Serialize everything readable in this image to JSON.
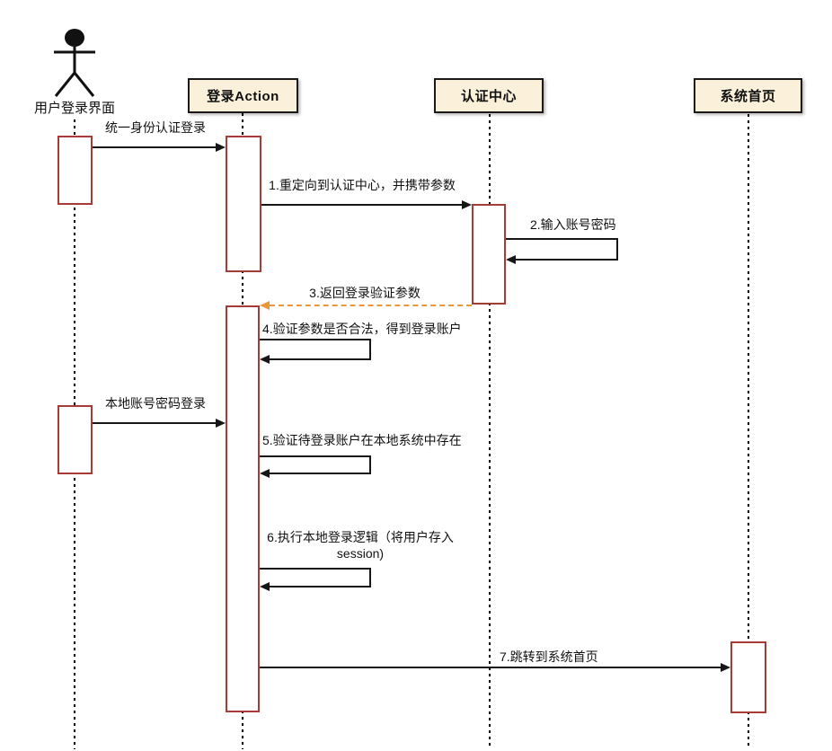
{
  "diagram": {
    "actor": {
      "label": "用户登录界面"
    },
    "participants": {
      "login_action": "登录Action",
      "auth_center": "认证中心",
      "system_home": "系统首页"
    },
    "messages": {
      "unified_login": "统一身份认证登录",
      "m1": "1.重定向到认证中心，并携带参数",
      "m2": "2.输入账号密码",
      "m3": "3.返回登录验证参数",
      "m4": "4.验证参数是否合法，得到登录账户",
      "local_login": "本地账号密码登录",
      "m5": "5.验证待登录账户在本地系统中存在",
      "m6_line1": "6.执行本地登录逻辑（将用户存入",
      "m6_line2": "session)",
      "m7": "7.跳转到系统首页"
    },
    "colors": {
      "header_fill": "#FBF1DA",
      "header_border": "#1a1a1a",
      "activation_border": "#A93B36",
      "message_color": "#161616",
      "return_color": "#E8973B"
    }
  }
}
